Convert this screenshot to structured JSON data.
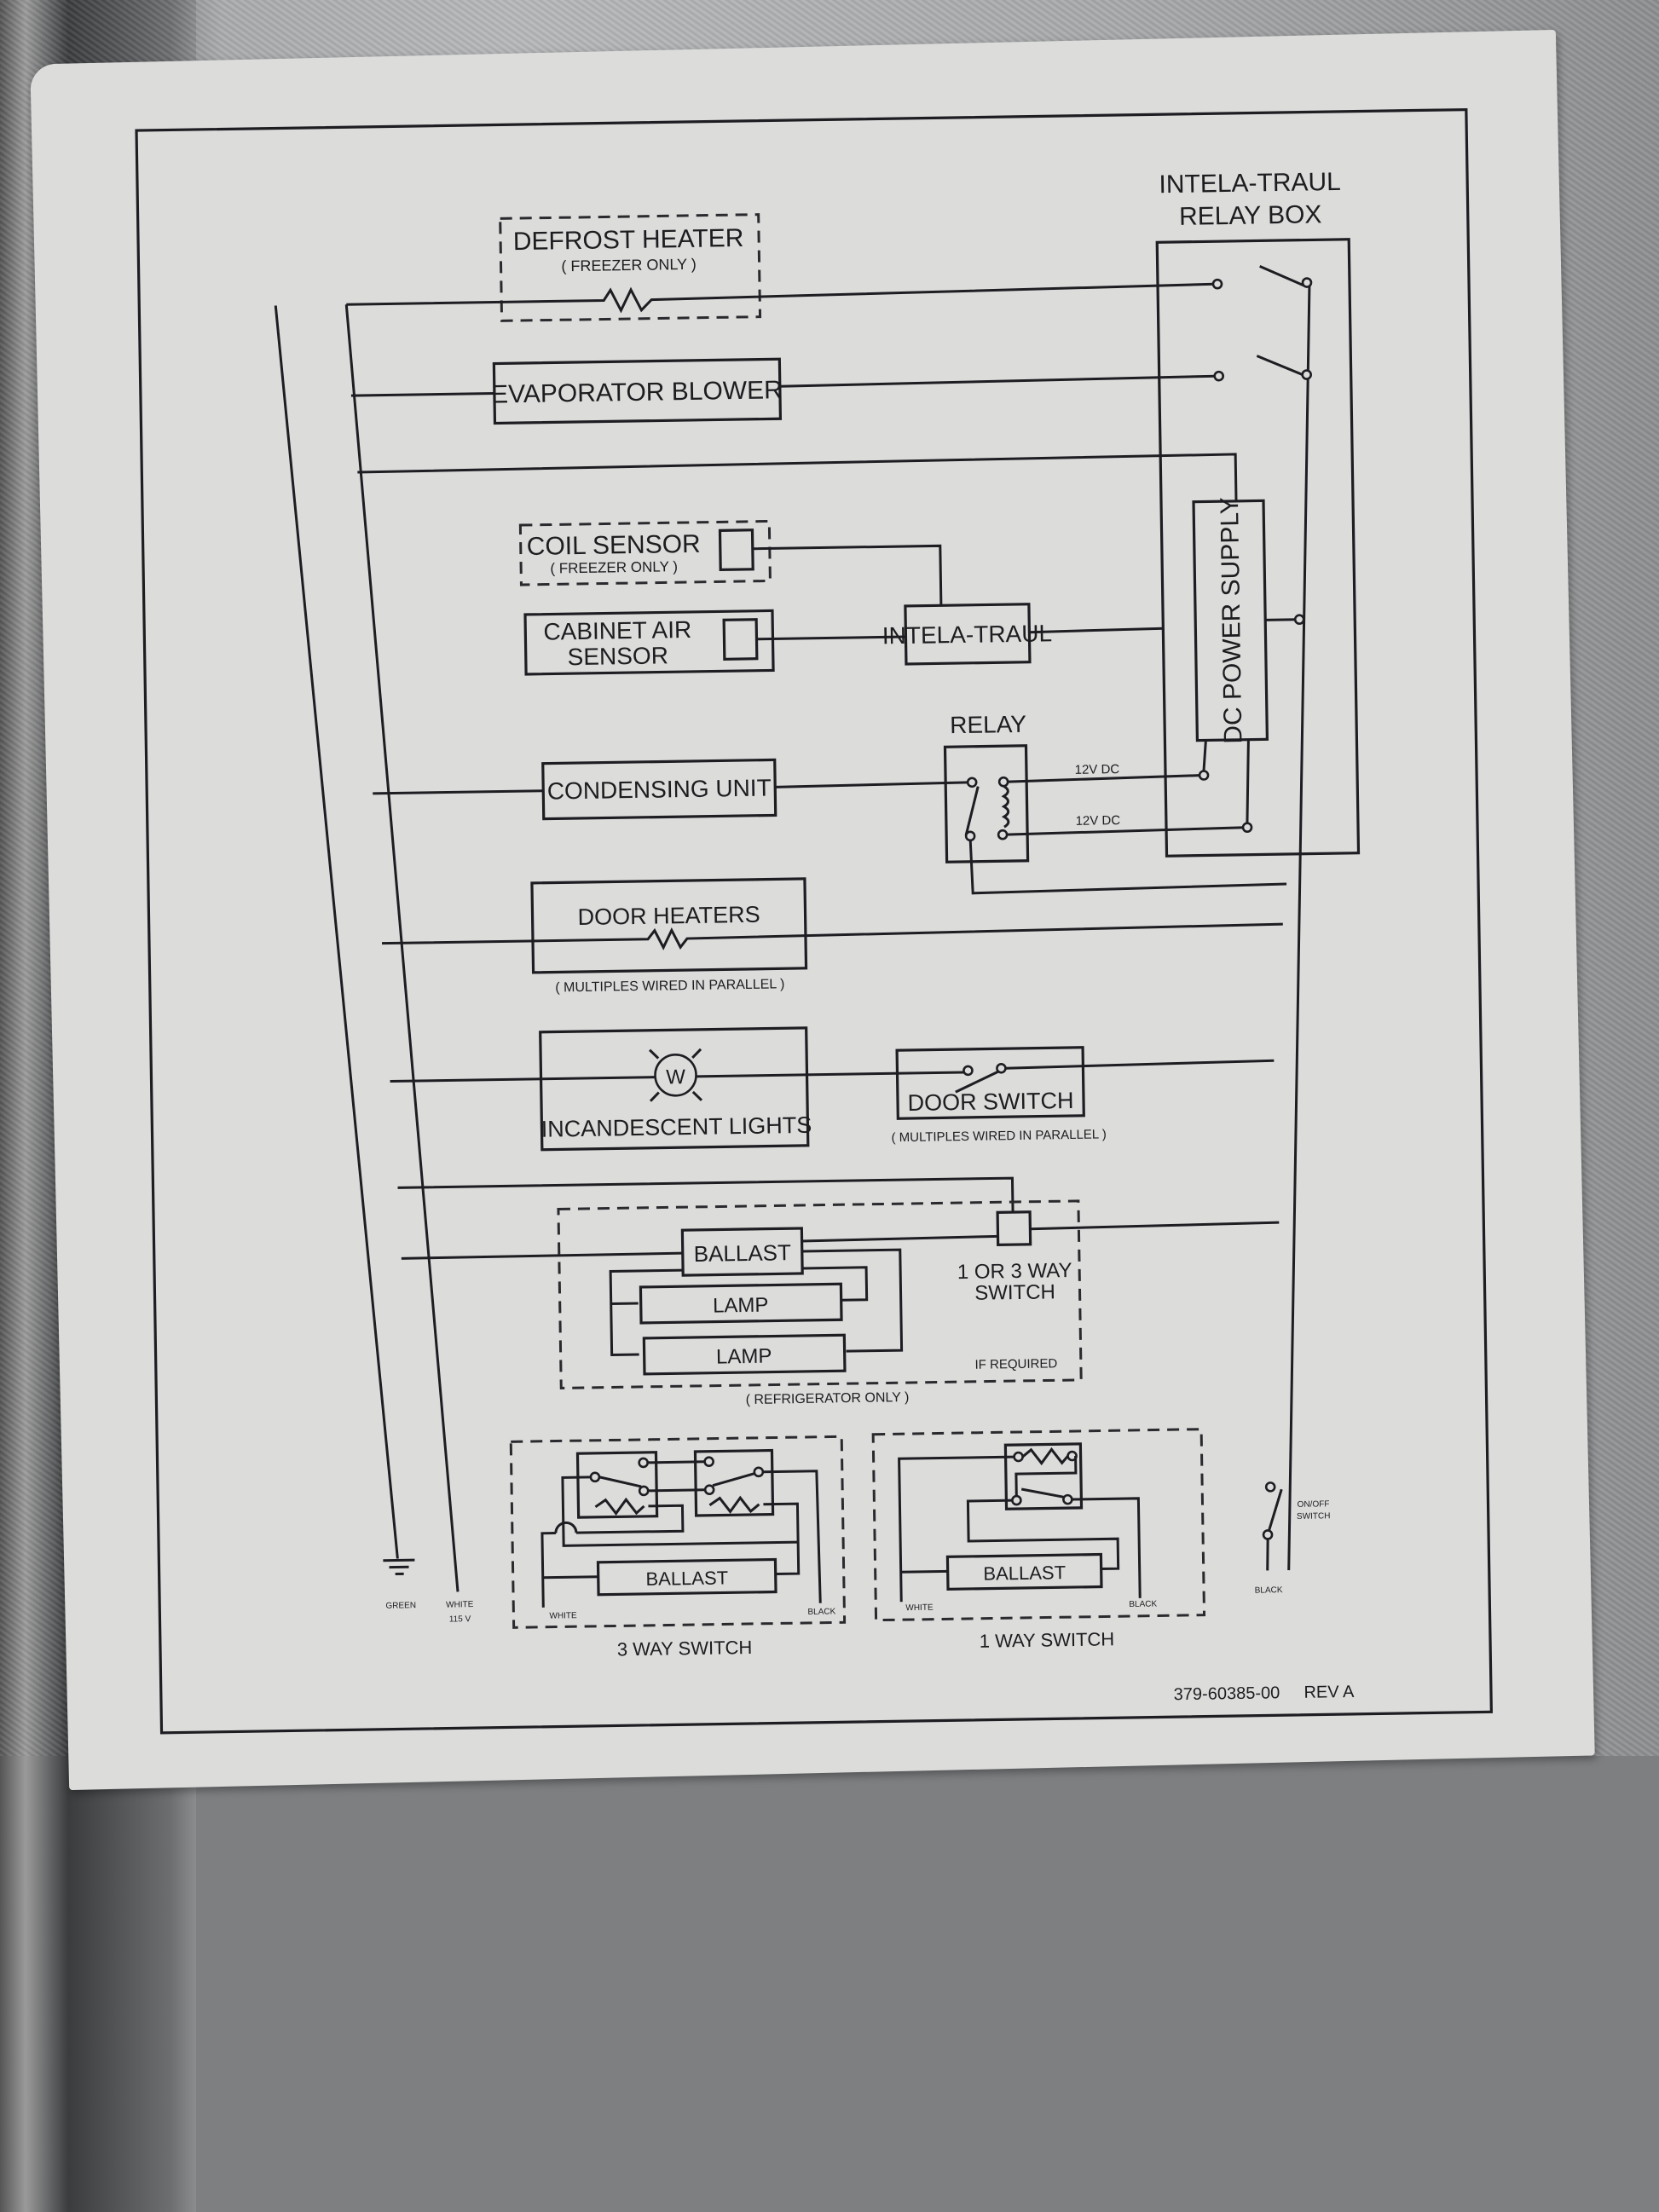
{
  "diagram": {
    "relay_box_title": [
      "INTELA-TRAUL",
      "RELAY BOX"
    ],
    "defrost_heater": {
      "label": "DEFROST HEATER",
      "note": "( FREEZER ONLY )"
    },
    "evaporator_blower": {
      "label": "EVAPORATOR BLOWER"
    },
    "coil_sensor": {
      "label": "COIL SENSOR",
      "note": "( FREEZER ONLY )"
    },
    "cabinet_air_sensor": {
      "label": [
        "CABINET AIR",
        "SENSOR"
      ]
    },
    "controller": {
      "label": "INTELA-TRAUL"
    },
    "dc_power_supply": {
      "label": "DC POWER SUPPLY"
    },
    "relay": {
      "label": "RELAY",
      "voltage_top": "12V DC",
      "voltage_bottom": "12V DC"
    },
    "condensing_unit": {
      "label": "CONDENSING UNIT"
    },
    "door_heaters": {
      "label": "DOOR HEATERS",
      "note": "( MULTIPLES WIRED IN PARALLEL )"
    },
    "incandescent_lights": {
      "label": "INCANDESCENT LIGHTS",
      "symbol": "W"
    },
    "door_switch": {
      "label": "DOOR SWITCH",
      "note": "( MULTIPLES WIRED IN PARALLEL )"
    },
    "fluorescent": {
      "ballast": "BALLAST",
      "lamp1": "LAMP",
      "lamp2": "LAMP",
      "switch_label": [
        "1 OR 3 WAY",
        "SWITCH"
      ],
      "if_required": "IF REQUIRED",
      "note": "( REFRIGERATOR ONLY )"
    },
    "three_way": {
      "title": "3 WAY SWITCH",
      "ballast": "BALLAST",
      "white": "WHITE",
      "black": "BLACK"
    },
    "one_way": {
      "title": "1 WAY SWITCH",
      "ballast": "BALLAST",
      "white": "WHITE",
      "black": "BLACK"
    },
    "on_off_switch": {
      "label": [
        "ON/OFF",
        "SWITCH"
      ],
      "wire": "BLACK"
    },
    "ground": {
      "label": "GREEN"
    },
    "neutral": {
      "label": "WHITE",
      "voltage": "115 V"
    },
    "doc_number": "379-60385-00",
    "revision": "REV A"
  }
}
